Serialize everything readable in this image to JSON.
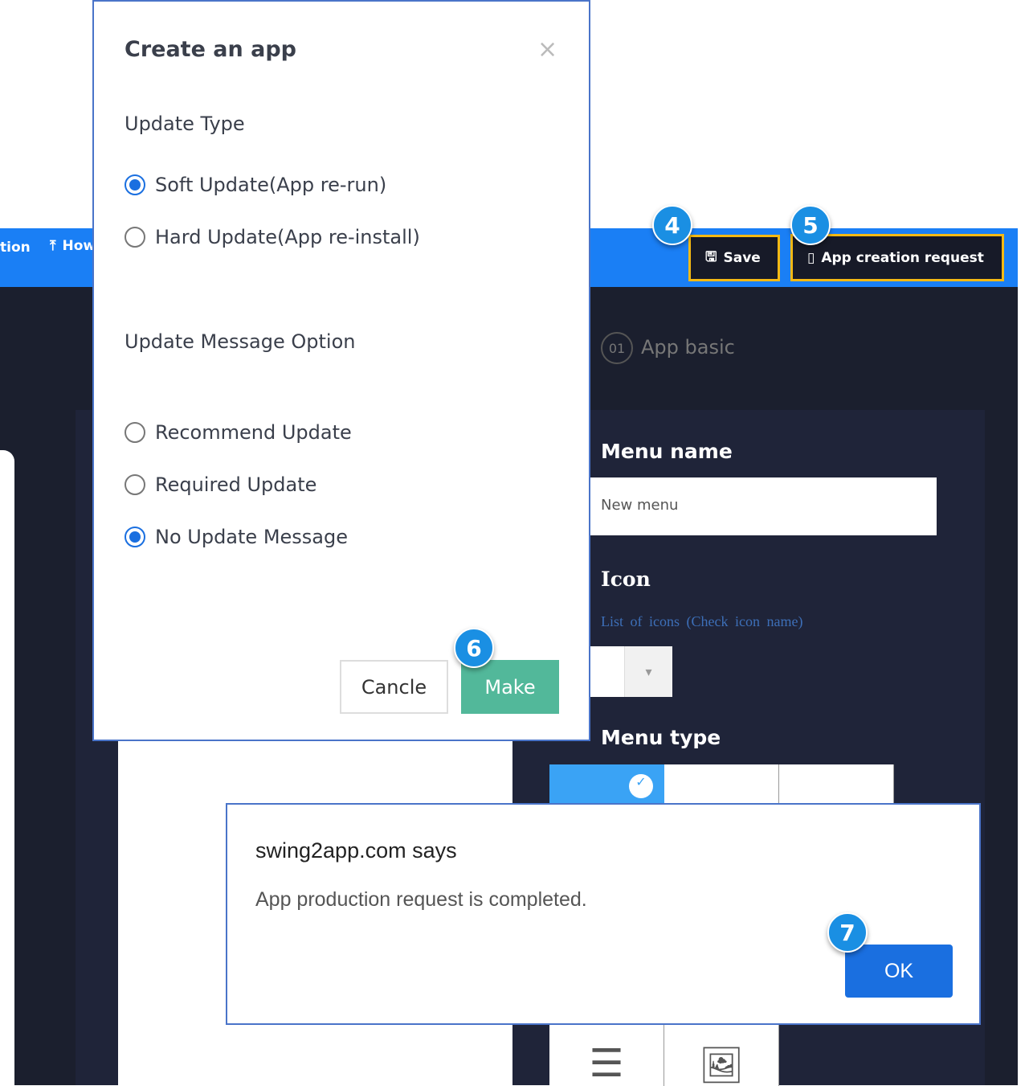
{
  "topbar": {
    "partial_left_label": "tion",
    "how_to_update_label": "How to update",
    "save_label": "Save",
    "app_creation_request_label": "App creation request"
  },
  "steps": {
    "save": "4",
    "app_creation_request": "5",
    "make": "6",
    "ok": "7"
  },
  "editor": {
    "step_number": "01",
    "step_label": "App basic",
    "menu_name_heading": "Menu name",
    "menu_name_value": "New menu",
    "icon_heading": "Icon",
    "icon_hint": "List of icons (Check icon name)",
    "menu_type_heading": "Menu type"
  },
  "modal": {
    "title": "Create an app",
    "update_type_label": "Update Type",
    "update_types": [
      {
        "label": "Soft Update(App re-run)",
        "selected": true
      },
      {
        "label": "Hard Update(App re-install)",
        "selected": false
      }
    ],
    "message_option_label": "Update Message Option",
    "message_options": [
      {
        "label": "Recommend Update",
        "selected": false
      },
      {
        "label": "Required Update",
        "selected": false
      },
      {
        "label": "No Update Message",
        "selected": true
      }
    ],
    "cancel_label": "Cancle",
    "make_label": "Make"
  },
  "alert": {
    "title": "swing2app.com says",
    "message": "App production request is completed.",
    "ok_label": "OK"
  },
  "colors": {
    "topbar": "#1a7ff5",
    "make": "#52b89a",
    "ok": "#1a6fe0",
    "highlight": "#f5b914"
  }
}
